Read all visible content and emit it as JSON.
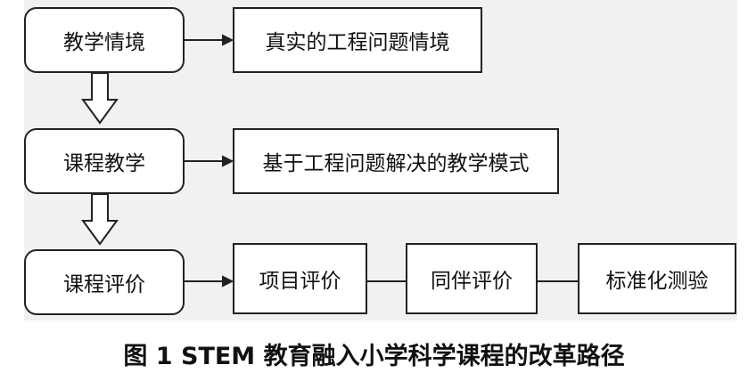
{
  "stages": [
    {
      "label": "教学情境",
      "target": "真实的工程问题情境"
    },
    {
      "label": "课程教学",
      "target": "基于工程问题解决的教学模式"
    },
    {
      "label": "课程评价",
      "items": [
        "项目评价",
        "同伴评价",
        "标准化测验"
      ]
    }
  ],
  "caption": "图 1   STEM 教育融入小学科学课程的改革路径"
}
